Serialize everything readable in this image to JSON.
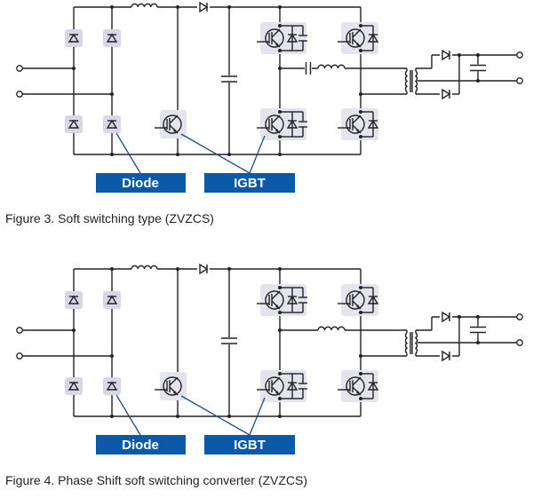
{
  "figures": [
    {
      "id": "figure-3",
      "caption": "Figure 3. Soft switching type (ZVZCS)",
      "labels": {
        "diode": "Diode",
        "igbt": "IGBT"
      },
      "has_resonant_capacitor": true,
      "snubber_capacitors": "all"
    },
    {
      "id": "figure-4",
      "caption": "Figure 4. Phase Shift soft switching converter (ZVZCS)",
      "labels": {
        "diode": "Diode",
        "igbt": "IGBT"
      },
      "has_resonant_capacitor": false,
      "snubber_capacitors": "all"
    }
  ],
  "colors": {
    "label_bg": "#0b5aa9",
    "label_text": "#ffffff",
    "component_highlight": "#d9d6ea",
    "leader_line": "#1a4f8a",
    "wire": "#222222"
  }
}
